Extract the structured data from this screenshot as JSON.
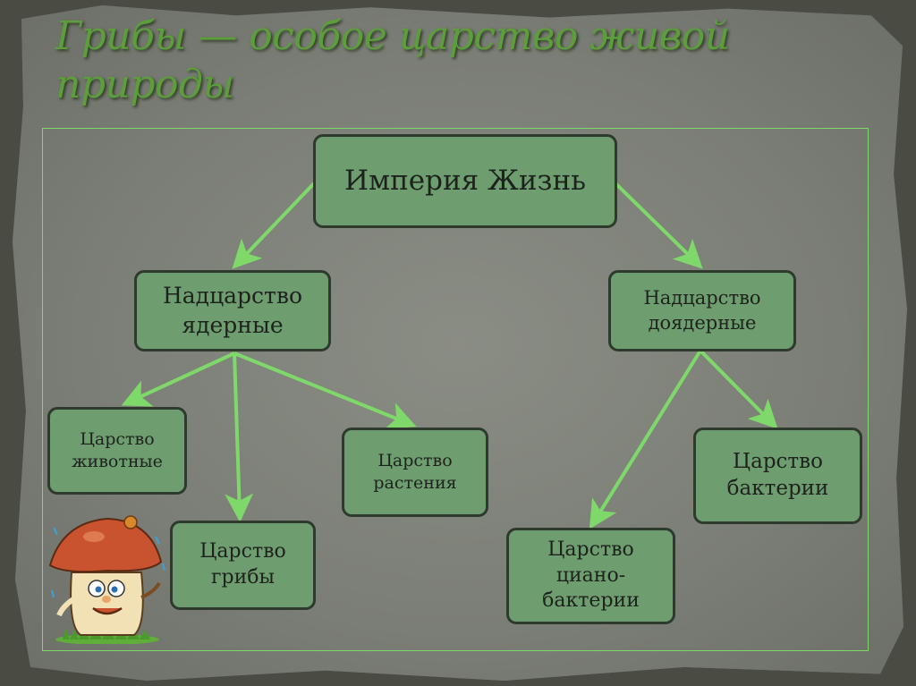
{
  "title": "Грибы — особое царство живой природы",
  "nodes": {
    "root": "Империя Жизнь",
    "eukaryotes": "Надцарство\nядерные",
    "prokaryotes": "Надцарство\nдоядерные",
    "animals": "Царство\nживотные",
    "fungi": "Царство\nгрибы",
    "plants": "Царство\nрастения",
    "bacteria": "Царство\nбактерии",
    "cyanobacteria": "Царство\nциано-\nбактерии"
  },
  "mushroom_icon": "mushroom-character-icon",
  "colors": {
    "box_fill": "#6e9e70",
    "box_border": "#2e3a2c",
    "arrow": "#7fd86a",
    "title": "#5c9e3c"
  }
}
